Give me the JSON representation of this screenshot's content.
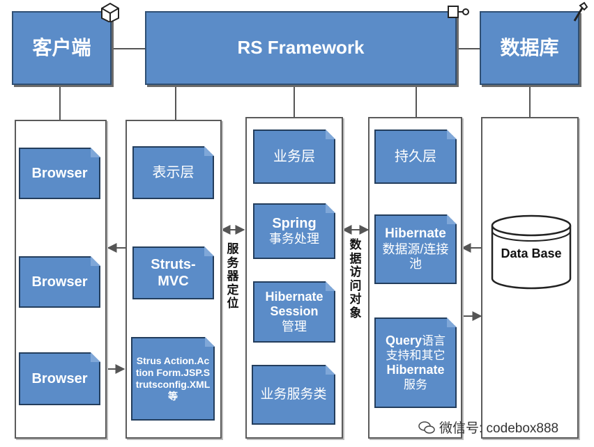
{
  "headers": {
    "client": "客户端",
    "framework": "RS Framework",
    "database": "数据库"
  },
  "client_column": {
    "browser1": "Browser",
    "browser2": "Browser",
    "browser3": "Browser"
  },
  "presentation_column": {
    "title": "表示层",
    "struts_mvc": "Struts-MVC",
    "struts_detail": "Strus Action.Action Form.JSP.Strutsconfig.XML等"
  },
  "business_column": {
    "title": "业务层",
    "spring_en": "Spring",
    "spring_cn": "事务处理",
    "hib_session_en": "Hibernate Session",
    "hib_session_cn": "管理",
    "service": "业务服务类"
  },
  "persistence_column": {
    "title": "持久层",
    "hib_ds_en": "Hibernate",
    "hib_ds_cn": "数据源/连接池",
    "query_en": "Query",
    "query_cn1": "语言",
    "query_cn2": "支持和其它",
    "query_hib": "Hibernate",
    "query_cn3": "服务"
  },
  "connectors": {
    "service_locator": "服务器定位",
    "data_access_object": "数据访问对象"
  },
  "database_column": {
    "db_label": "Data Base"
  },
  "watermark": {
    "text": "微信号: codebox888",
    "icon": "wechat-icon"
  },
  "colors": {
    "box_fill": "#5b8cc8",
    "box_border": "#2f4f73",
    "line": "#555555"
  }
}
